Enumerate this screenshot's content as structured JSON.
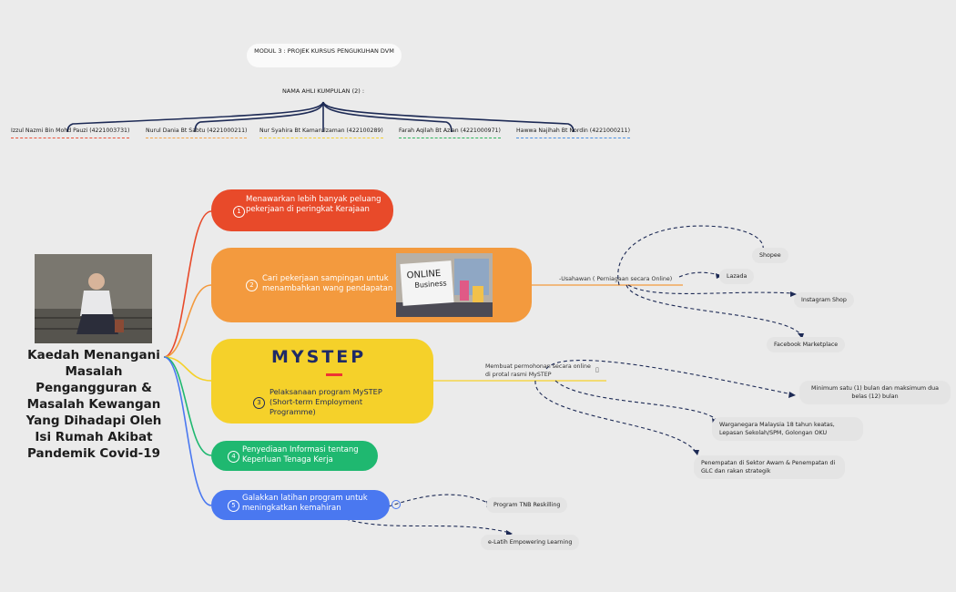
{
  "header": {
    "module_title": "MODUL 3 : PROJEK KURSUS PENGUKUHAN DVM",
    "members_title": "NAMA AHLI KUMPULAN (2) :",
    "members": [
      {
        "name": "Izzul Nazmi Bin Mohd Pauzi (4221003731)",
        "color": "#e8523a"
      },
      {
        "name": "Nurul Dania Bt Sabtu (4221000211)",
        "color": "#f0a24a"
      },
      {
        "name": "Nur Syahira Bt Kamarulzaman (422100289)",
        "color": "#f4cf2f"
      },
      {
        "name": "Farah Aqilah Bt Azlan  (4221000971)",
        "color": "#2fb35c"
      },
      {
        "name": "Hawwa Najihah Bt Nordin (4221000211)",
        "color": "#4a8fe0"
      }
    ]
  },
  "central": {
    "title": "Kaedah Menangani Masalah Pengangguran & Masalah Kewangan Yang Dihadapi Oleh Isi Rumah Akibat Pandemik Covid-19"
  },
  "branches": [
    {
      "num": "1",
      "text": "Menawarkan lebih banyak peluang pekerjaan di peringkat Kerajaan",
      "color": "#e84a2a"
    },
    {
      "num": "2",
      "text": "Cari pekerjaan sampingan untuk menambahkan wang pendapatan",
      "color": "#f39a3e",
      "image_text_line1": "ONLINE",
      "image_text_line2": "Business"
    },
    {
      "num": "3",
      "text": "Pelaksanaan program MySTEP (Short-term Employment Programme)",
      "color": "#f5d12a",
      "logo_text": "MYSTEP"
    },
    {
      "num": "4",
      "text": "Penyediaan Informasi tentang Keperluan Tenaga Kerja",
      "color": "#1fb870"
    },
    {
      "num": "5",
      "text": "Galakkan latihan program untuk meningkatkan kemahiran",
      "color": "#4a78f0"
    }
  ],
  "branch2_sub": {
    "label": "-Usahawan ( Perniagaan secara Online)",
    "leaves": [
      "Shopee",
      "Lazada",
      "Instagram Shop",
      "Facebook Marketplace"
    ]
  },
  "branch3_sub": {
    "label": "Membuat permohonan secara online di protal rasmi MySTEP",
    "leaves": [
      "Minimum satu (1) bulan dan maksimum dua belas (12) bulan",
      "Warganegara Malaysia 18 tahun keatas, Lepasan Sekolah/SPM, Golongan OKU",
      "Penempatan di Sektor Awam & Penempatan di GLC dan rakan strategik"
    ]
  },
  "branch5_sub": {
    "leaves": [
      "Program TNB Reskilling",
      "e-Latih Empowering Learning"
    ]
  },
  "colors": {
    "background": "#ebebeb",
    "line": "#1d2a55"
  }
}
